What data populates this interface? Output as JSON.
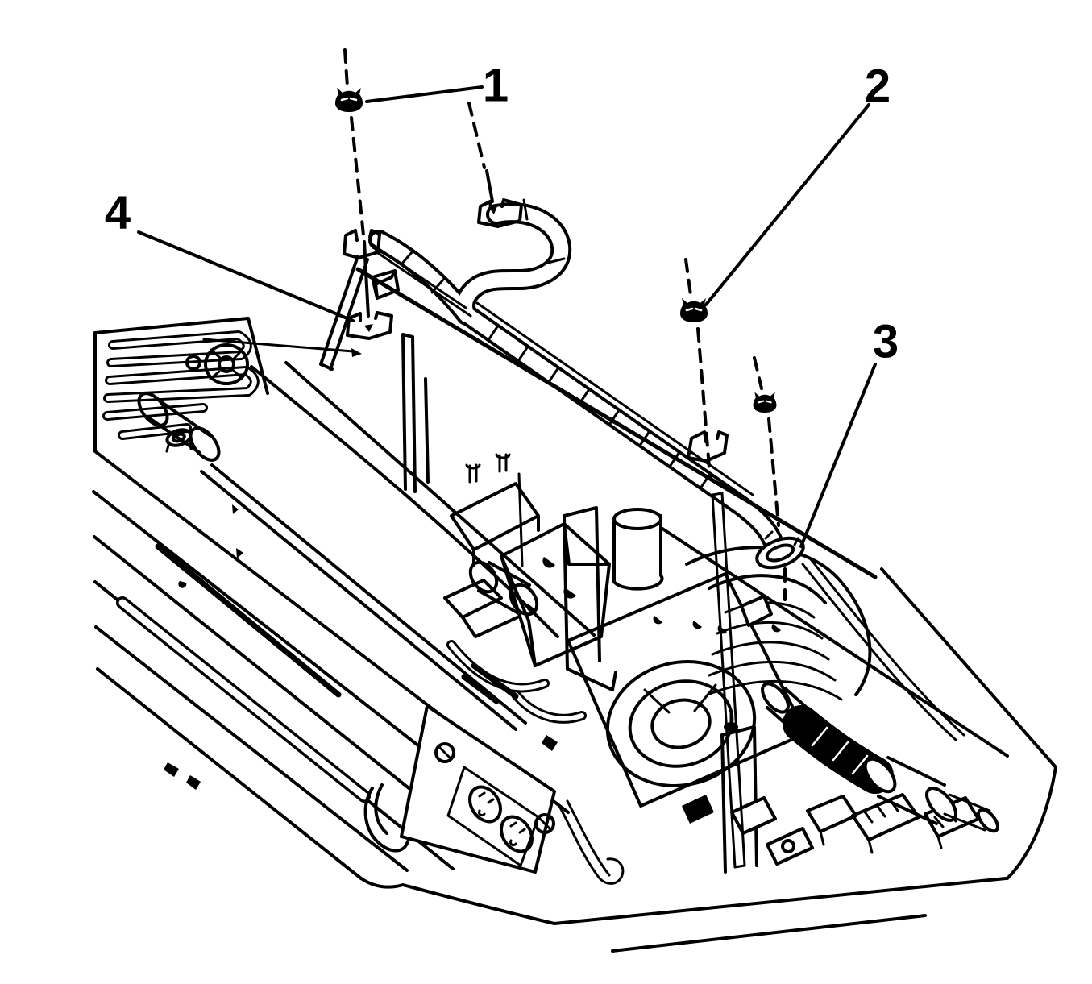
{
  "figure": {
    "background": "#ffffff",
    "line_color": "#000000"
  },
  "callouts": [
    {
      "label": "1",
      "target": "flange-nut-front"
    },
    {
      "label": "2",
      "target": "flange-nut-rear"
    },
    {
      "label": "3",
      "target": "mount-grommet"
    },
    {
      "label": "4",
      "target": "harness-retainer-clip"
    }
  ]
}
